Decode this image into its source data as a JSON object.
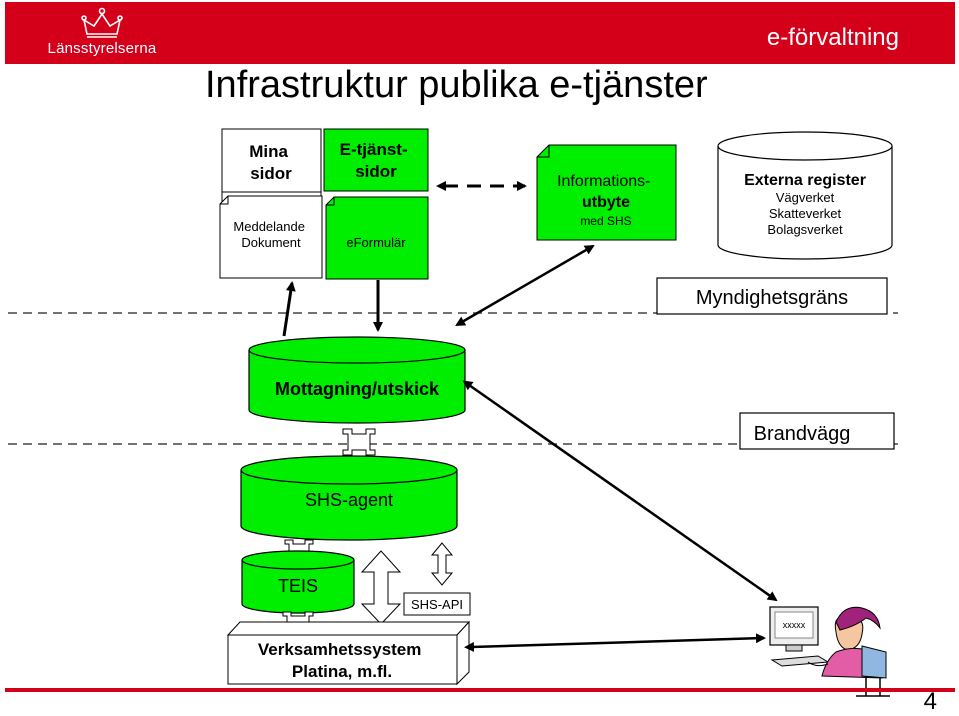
{
  "header": {
    "brand": "Länsstyrelserna",
    "section": "e-förvaltning",
    "accent_color": "#d4001a",
    "crown_icon": "crown-icon"
  },
  "title": "Infrastruktur publika e-tjänster",
  "diagram": {
    "mina_sidor": {
      "title": "Mina\nsidor",
      "doc": "Meddelande\nDokument"
    },
    "etjanster": {
      "title": "E-tjänst-\nsidor",
      "form": "eFormulär"
    },
    "info": {
      "title": "Informations-\nutbyte",
      "sub": "med SHS"
    },
    "externa": {
      "title": "Externa register",
      "items": [
        "Vägverket",
        "Skatteverket",
        "Bolagsverket"
      ]
    },
    "boundary1": "Myndighetsgräns",
    "boundary2": "Brandvägg",
    "mottagning": "Mottagning/utskick",
    "shs_agent": "SHS-agent",
    "teis": "TEIS",
    "shs_api": "SHS-API",
    "verksamhet": "Verksamhetssystem\nPlatina, m.fl.",
    "screen_text": "xxxxx",
    "green": "#00ee00"
  },
  "page_number": "4"
}
